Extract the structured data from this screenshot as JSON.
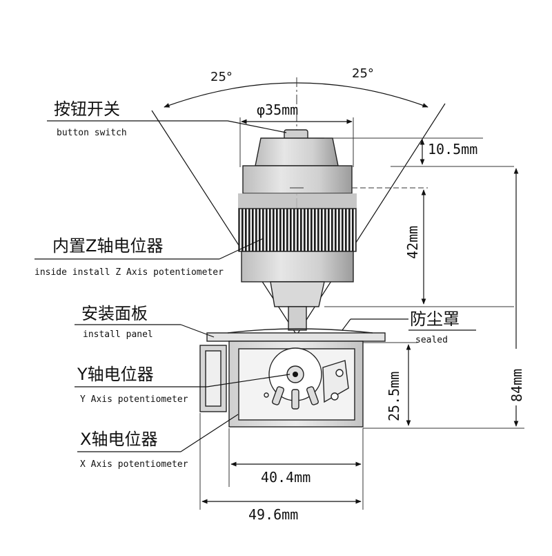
{
  "angles": {
    "left": "25°",
    "right": "25°"
  },
  "dimensions": {
    "top_diameter": "φ35mm",
    "top_height": "10.5mm",
    "knob_height": "42mm",
    "total_height": "84mm",
    "base_height": "25.5mm",
    "base_width": "40.4mm",
    "overall_width": "49.6mm"
  },
  "labels": {
    "button_cn": "按钮开关",
    "button_en": "button switch",
    "z_pot_cn": "内置Z轴电位器",
    "z_pot_en": "inside install Z Axis potentiometer",
    "panel_cn": "安装面板",
    "panel_en": "install panel",
    "seal_cn": "防尘罩",
    "seal_en": "sealed",
    "y_pot_cn": "Y轴电位器",
    "y_pot_en": "Y Axis potentiometer",
    "x_pot_cn": "X轴电位器",
    "x_pot_en": "X Axis potentiometer"
  },
  "colors": {
    "line": "#111111",
    "body": "#d8d8d8",
    "body_dark": "#9a9a9a",
    "ribs": "#1a1a1a"
  }
}
